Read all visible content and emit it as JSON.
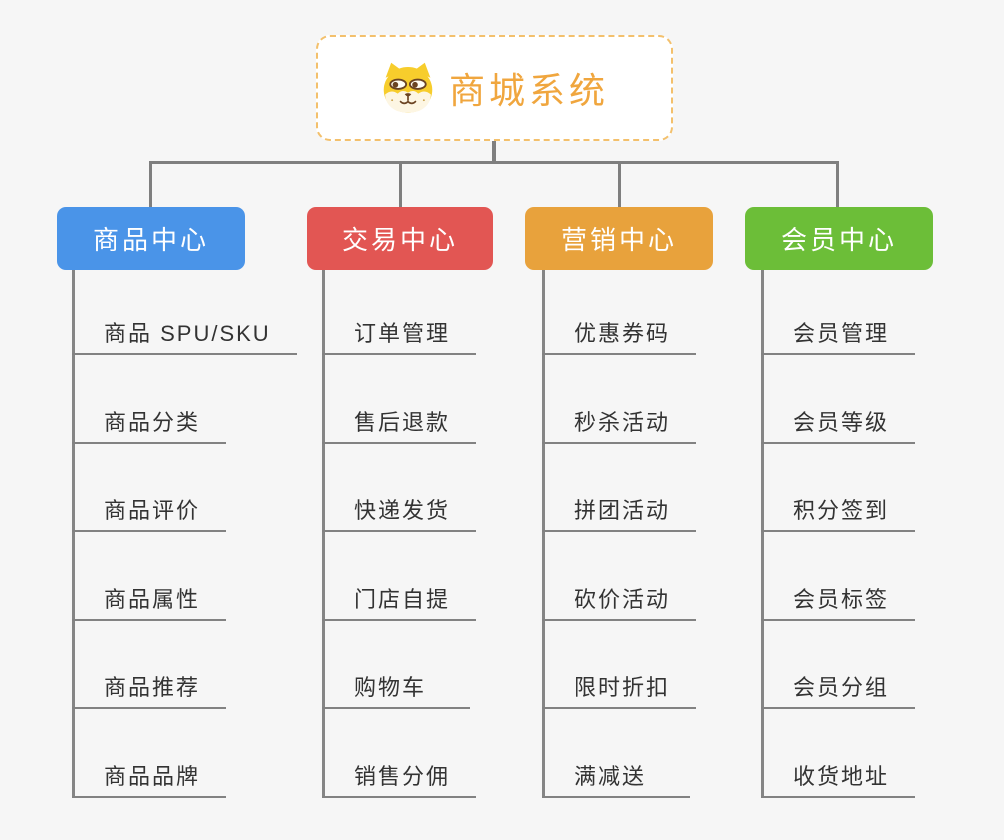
{
  "canvas": {
    "background": "#f6f6f6",
    "connector_color": "#7f7f7f",
    "trunk_color": "#858585",
    "leaf_line_color": "#828282",
    "leaf_text_color": "#333333"
  },
  "root": {
    "title": "商城系统",
    "icon": "dog-face-icon",
    "text_color": "#f0a63e",
    "border_color": "#f3c06c",
    "background": "#ffffff"
  },
  "branches": [
    {
      "label": "商品中心",
      "color": "#4a94e8",
      "children": [
        "商品 SPU/SKU",
        "商品分类",
        "商品评价",
        "商品属性",
        "商品推荐",
        "商品品牌"
      ]
    },
    {
      "label": "交易中心",
      "color": "#e25653",
      "children": [
        "订单管理",
        "售后退款",
        "快递发货",
        "门店自提",
        "购物车",
        "销售分佣"
      ]
    },
    {
      "label": "营销中心",
      "color": "#e8a23c",
      "children": [
        "优惠券码",
        "秒杀活动",
        "拼团活动",
        "砍价活动",
        "限时折扣",
        "满减送"
      ]
    },
    {
      "label": "会员中心",
      "color": "#6cbe38",
      "children": [
        "会员管理",
        "会员等级",
        "积分签到",
        "会员标签",
        "会员分组",
        "收货地址"
      ]
    }
  ]
}
